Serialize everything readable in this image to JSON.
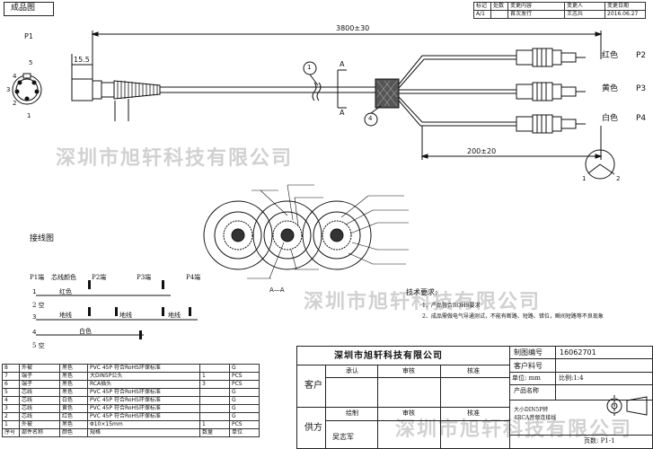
{
  "header": {
    "title": "成品图"
  },
  "change_table": {
    "headers": [
      "标记",
      "处数",
      "变更内容",
      "变更人",
      "变更日期"
    ],
    "rows": [
      [
        "A/1",
        "",
        "首次发行",
        "王志兵",
        "2016.06.27"
      ]
    ]
  },
  "drawing": {
    "p1": "P1",
    "pins": [
      "5",
      "4",
      "3",
      "2",
      "1"
    ],
    "dim_total": "3800±30",
    "dim_head": "15.5",
    "dim_branch": "200±20",
    "callout_1": "1",
    "callout_4": "4",
    "section_letter": "A",
    "plugs": [
      {
        "color": "红色",
        "port": "P2"
      },
      {
        "color": "黄色",
        "port": "P3"
      },
      {
        "color": "白色",
        "port": "P4"
      }
    ],
    "pin_marks": [
      "1",
      "2"
    ],
    "section_view_label": "A—A"
  },
  "watermark": {
    "text": "深圳市旭轩科技有限公司"
  },
  "wiring": {
    "title": "接线图",
    "headers": [
      "P1端",
      "芯线颜色",
      "P2端",
      "P3端",
      "P4端"
    ],
    "rows": [
      {
        "p1": "1",
        "color": "红色"
      },
      {
        "p1": "2 空",
        "color": ""
      },
      {
        "p1": "3",
        "color": "地线",
        "c2": "地线",
        "c3": "地线"
      },
      {
        "p1": "4",
        "color": "白色"
      },
      {
        "p1": "5 空",
        "color": ""
      }
    ]
  },
  "notes": {
    "title": "技术要求:",
    "items": [
      "1、产品符合ROHS要求",
      "2、成品需做电气导通测试，不能有断路、短路、错位，瞬间短路等不良现象"
    ]
  },
  "title_block": {
    "company": "深圳市旭轩科技有限公司",
    "drawing_no_label": "制图编号",
    "drawing_no": "16062701",
    "part_no_label": "客户料号",
    "unit_label": "单位: mm",
    "scale_label": "比例:1:4",
    "product_name_label": "产品名称",
    "product_name": "大小DIN5P转4RCA音频连接线",
    "customer": "客户",
    "supplier": "供方",
    "approve_cols": [
      "承认",
      "审核",
      "核准"
    ],
    "sign_cols": [
      "绘制",
      "审核",
      "核准"
    ],
    "designer": "吴志军",
    "page": "页数: P1-1"
  },
  "bom": {
    "headers": [
      "序号",
      "部件名称",
      "颜色",
      "规格",
      "数量",
      "单位"
    ],
    "rows": [
      [
        "1",
        "外被",
        "黑色",
        "Φ10×15mm",
        "1",
        "PCS"
      ],
      [
        "2",
        "芯线",
        "红色",
        "PVC 45P 符合RoHS环保标准",
        "",
        "G"
      ],
      [
        "3",
        "芯线",
        "黄色",
        "PVC 45P 符合RoHS环保标准",
        "",
        "G"
      ],
      [
        "4",
        "芯线",
        "白色",
        "PVC 45P 符合RoHS环保标准",
        "",
        "G"
      ],
      [
        "5",
        "芯线",
        "黑色",
        "PVC 45P 符合RoHS环保标准",
        "",
        "G"
      ],
      [
        "6",
        "端子",
        "黑色",
        "RCA插头",
        "3",
        "PCS"
      ],
      [
        "7",
        "端子",
        "黑色",
        "大DIN5P公头",
        "1",
        "PCS"
      ],
      [
        "8",
        "外被",
        "黑色",
        "PVC 45P 符合RoHS环保标准",
        "",
        "G"
      ]
    ]
  }
}
